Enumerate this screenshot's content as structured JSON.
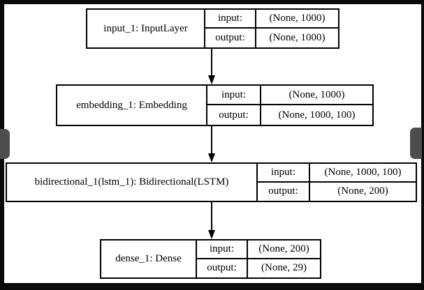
{
  "diagram": {
    "type": "model-architecture",
    "nodes": [
      {
        "id": "input_1",
        "label": "input_1: InputLayer",
        "input_label": "input:",
        "output_label": "output:",
        "input_shape": "(None, 1000)",
        "output_shape": "(None, 1000)"
      },
      {
        "id": "embedding_1",
        "label": "embedding_1: Embedding",
        "input_label": "input:",
        "output_label": "output:",
        "input_shape": "(None, 1000)",
        "output_shape": "(None, 1000, 100)"
      },
      {
        "id": "bidirectional_1",
        "label": "bidirectional_1(lstm_1): Bidirectional(LSTM)",
        "input_label": "input:",
        "output_label": "output:",
        "input_shape": "(None, 1000, 100)",
        "output_shape": "(None, 200)"
      },
      {
        "id": "dense_1",
        "label": "dense_1: Dense",
        "input_label": "input:",
        "output_label": "output:",
        "input_shape": "(None, 200)",
        "output_shape": "(None, 29)"
      }
    ],
    "edges": [
      {
        "from": "input_1",
        "to": "embedding_1"
      },
      {
        "from": "embedding_1",
        "to": "bidirectional_1"
      },
      {
        "from": "bidirectional_1",
        "to": "dense_1"
      }
    ],
    "colors": {
      "node_border": "#000000",
      "node_fill": "#ffffff",
      "text": "#000000",
      "frame": "#0a0a0a",
      "nav_handle": "#4d4d4d",
      "canvas": "#ffffff"
    }
  }
}
